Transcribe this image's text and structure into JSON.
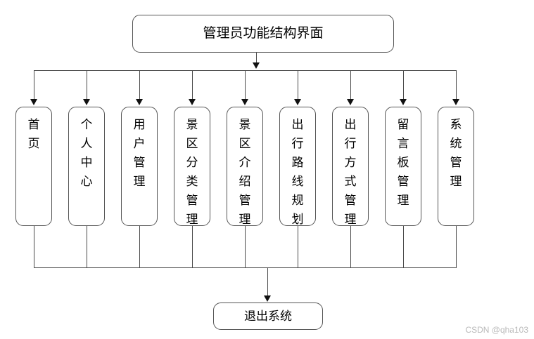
{
  "diagram": {
    "title_node": {
      "label": "管理员功能结构界面"
    },
    "exit_node": {
      "label": "退出系统"
    },
    "modules": [
      {
        "label": "首页"
      },
      {
        "label": "个人中心"
      },
      {
        "label": "用户管理"
      },
      {
        "label": "景区分类管理"
      },
      {
        "label": "景区介绍管理"
      },
      {
        "label": "出行路线规划"
      },
      {
        "label": "出行方式管理"
      },
      {
        "label": "留言板管理"
      },
      {
        "label": "系统管理"
      }
    ]
  },
  "watermark": {
    "text": "CSDN @qha103"
  },
  "colors": {
    "background": "#ffffff",
    "box_border": "#555555",
    "connector": "#4a4a4a",
    "arrow": "#111111",
    "text": "#000000",
    "watermark": "#b9b9b9"
  }
}
